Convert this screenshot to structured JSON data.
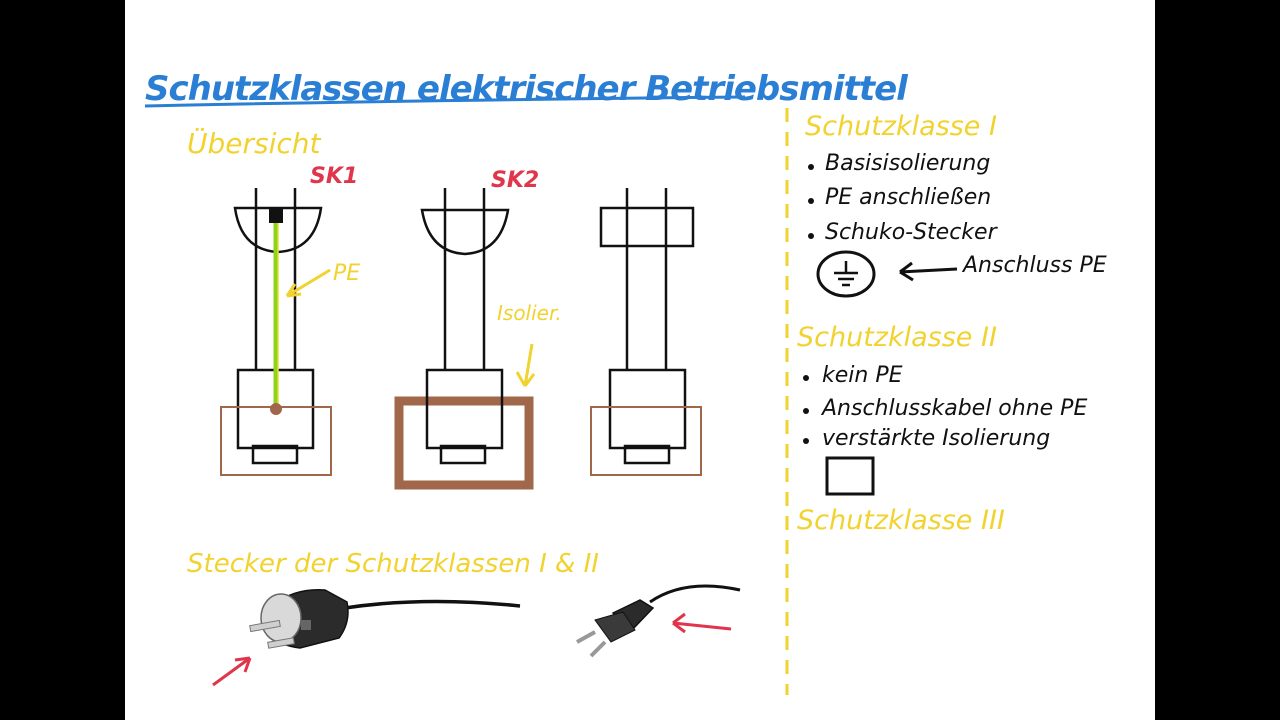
{
  "title": "Schutzklassen elektrischer Betriebsmittel",
  "left": {
    "heading": "Übersicht",
    "labels": {
      "sk1": "SK1",
      "sk2": "SK2",
      "pe": "PE",
      "isolation": "Isolier."
    },
    "plugs_heading": "Stecker der Schutzklassen I & II"
  },
  "right": {
    "sk1": {
      "heading": "Schutzklasse I",
      "items": [
        "Basisisolierung",
        "PE anschließen",
        "Schuko-Stecker"
      ],
      "symbol_note": "Anschluss PE"
    },
    "sk2": {
      "heading": "Schutzklasse II",
      "items": [
        "kein PE",
        "Anschlusskabel ohne PE",
        "verstärkte Isolierung"
      ]
    },
    "sk3": {
      "heading": "Schutzklasse III"
    }
  },
  "colors": {
    "title_blue": "#2a7fd4",
    "heading_yellow": "#f2d22e",
    "label_red": "#e0354a",
    "pe_green": "#8ed21f",
    "pe_yellow": "#e4e02a",
    "housing_brown": "#a0674a",
    "ink": "#111111"
  }
}
